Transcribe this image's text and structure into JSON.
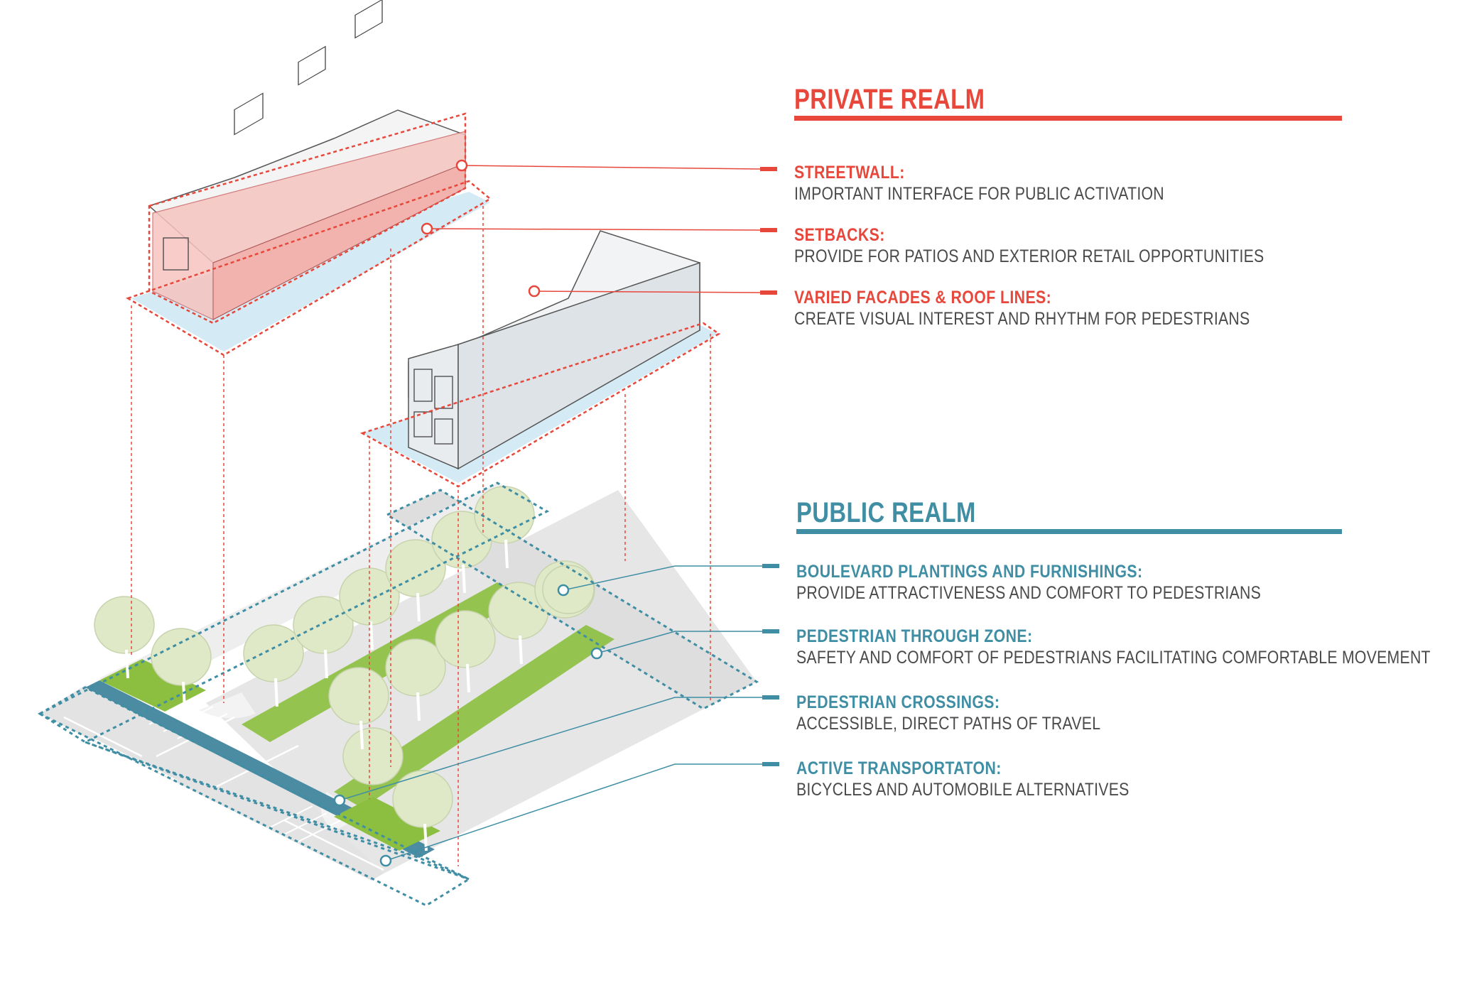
{
  "colors": {
    "private": "#e8473b",
    "public": "#3f8ea4",
    "text": "#4a4a4a",
    "green": "#8cbf3f",
    "bike_lane": "#4b8ca3",
    "tree": "#dfe9c8",
    "building_pink": "#f6c4c0",
    "building_gray": "#e6eaec",
    "ground_blue": "#d4ebf5",
    "pavement": "#e2e2e2"
  },
  "private_realm": {
    "title": "PRIVATE REALM",
    "items": [
      {
        "label": "STREETWALL:",
        "desc": "IMPORTANT INTERFACE FOR PUBLIC ACTIVATION"
      },
      {
        "label": "SETBACKS:",
        "desc": "PROVIDE FOR PATIOS AND EXTERIOR RETAIL OPPORTUNITIES"
      },
      {
        "label": "VARIED FACADES & ROOF LINES:",
        "desc": "CREATE VISUAL INTEREST AND RHYTHM FOR PEDESTRIANS"
      }
    ]
  },
  "public_realm": {
    "title": "PUBLIC REALM",
    "items": [
      {
        "label": "BOULEVARD PLANTINGS AND FURNISHINGS:",
        "desc": "PROVIDE ATTRACTIVENESS AND COMFORT TO PEDESTRIANS"
      },
      {
        "label": "PEDESTRIAN THROUGH ZONE:",
        "desc": "SAFETY AND COMFORT OF PEDESTRIANS FACILITATING COMFORTABLE MOVEMENT"
      },
      {
        "label": "PEDESTRIAN CROSSINGS:",
        "desc": "ACCESSIBLE, DIRECT PATHS OF TRAVEL"
      },
      {
        "label": "ACTIVE TRANSPORTATON:",
        "desc": "BICYCLES AND AUTOMOBILE ALTERNATIVES"
      }
    ]
  }
}
